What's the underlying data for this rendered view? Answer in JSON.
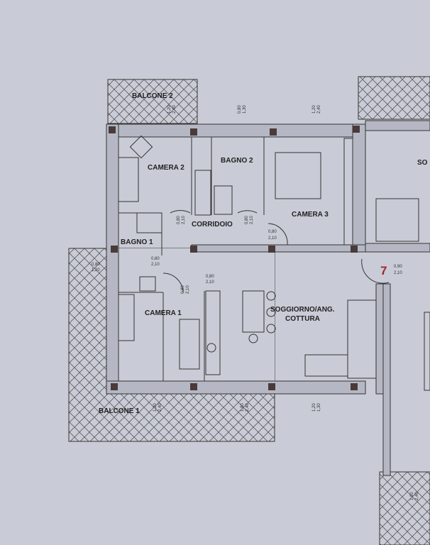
{
  "rooms": {
    "balcone2": "BALCONE 2",
    "camera2": "CAMERA 2",
    "bagno2": "BAGNO 2",
    "camera3": "CAMERA 3",
    "corridoio": "CORRIDOIO",
    "bagno1": "BAGNO 1",
    "camera1": "CAMERA 1",
    "soggiorno_line1": "SOGGIORNO/ANG.",
    "soggiorno_line2": "COTTURA",
    "balcone1": "BALCONE 1",
    "neighbor_partial": "SO"
  },
  "unit_number": "7",
  "dimensions": {
    "win_balcone2": [
      "1,20",
      "2,40"
    ],
    "win_bagno2": [
      "0,80",
      "1,30"
    ],
    "win_camera3": [
      "1,20",
      "2,40"
    ],
    "door_camera2": [
      "0,80",
      "2,10"
    ],
    "door_bagno2": [
      "0,80",
      "2,10"
    ],
    "door_camera3": [
      "0,80",
      "2,10"
    ],
    "win_bagno1": [
      "0,80",
      "1,20"
    ],
    "door_bagno1": [
      "0,80",
      "2,10"
    ],
    "door_camera1": [
      "0,80",
      "2,10"
    ],
    "door_soggiorno": [
      "0,80",
      "2,10"
    ],
    "door_entrance": [
      "0,90",
      "2,10"
    ],
    "win_camera1": [
      "1,20",
      "2,40"
    ],
    "win_soggiorno1": [
      "1,80",
      "2,40"
    ],
    "win_soggiorno2": [
      "1,20",
      "1,30"
    ],
    "win_neighbor": [
      "1,80",
      "2,40"
    ]
  },
  "colors": {
    "paper": "#c9ccd6",
    "wall": "#b5b8c4",
    "line": "#333333",
    "unit_number": "#a0262a"
  }
}
